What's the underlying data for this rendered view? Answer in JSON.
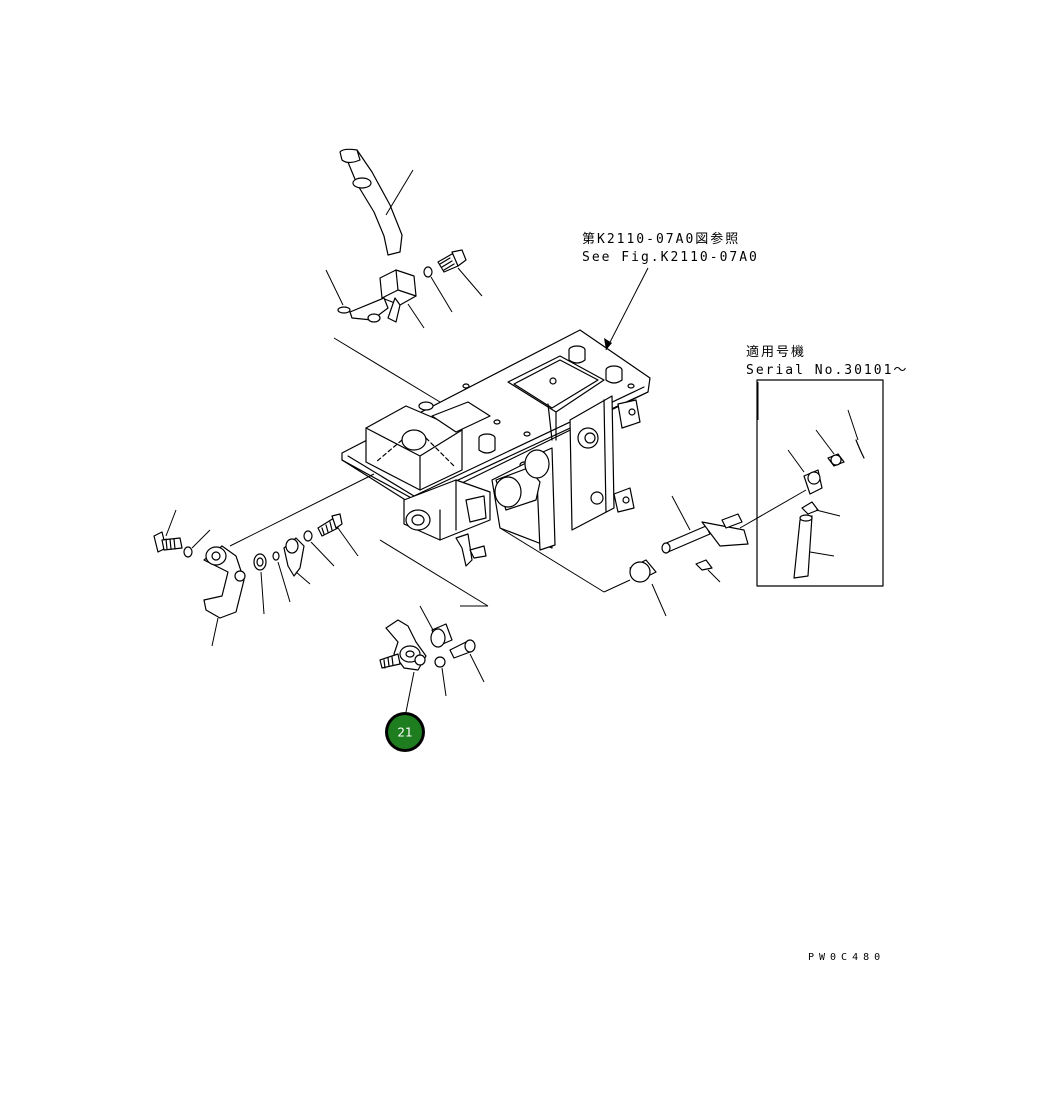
{
  "notes": {
    "ref_ja": "第K2110-07A0図参照",
    "ref_en": "See Fig.K2110-07A0",
    "serial_ja": "適用号機",
    "serial_en": "Serial No.30101〜"
  },
  "drawing_code": "PW0C480",
  "callouts": [
    {
      "label": "21",
      "color": "#1e7d1e"
    }
  ]
}
